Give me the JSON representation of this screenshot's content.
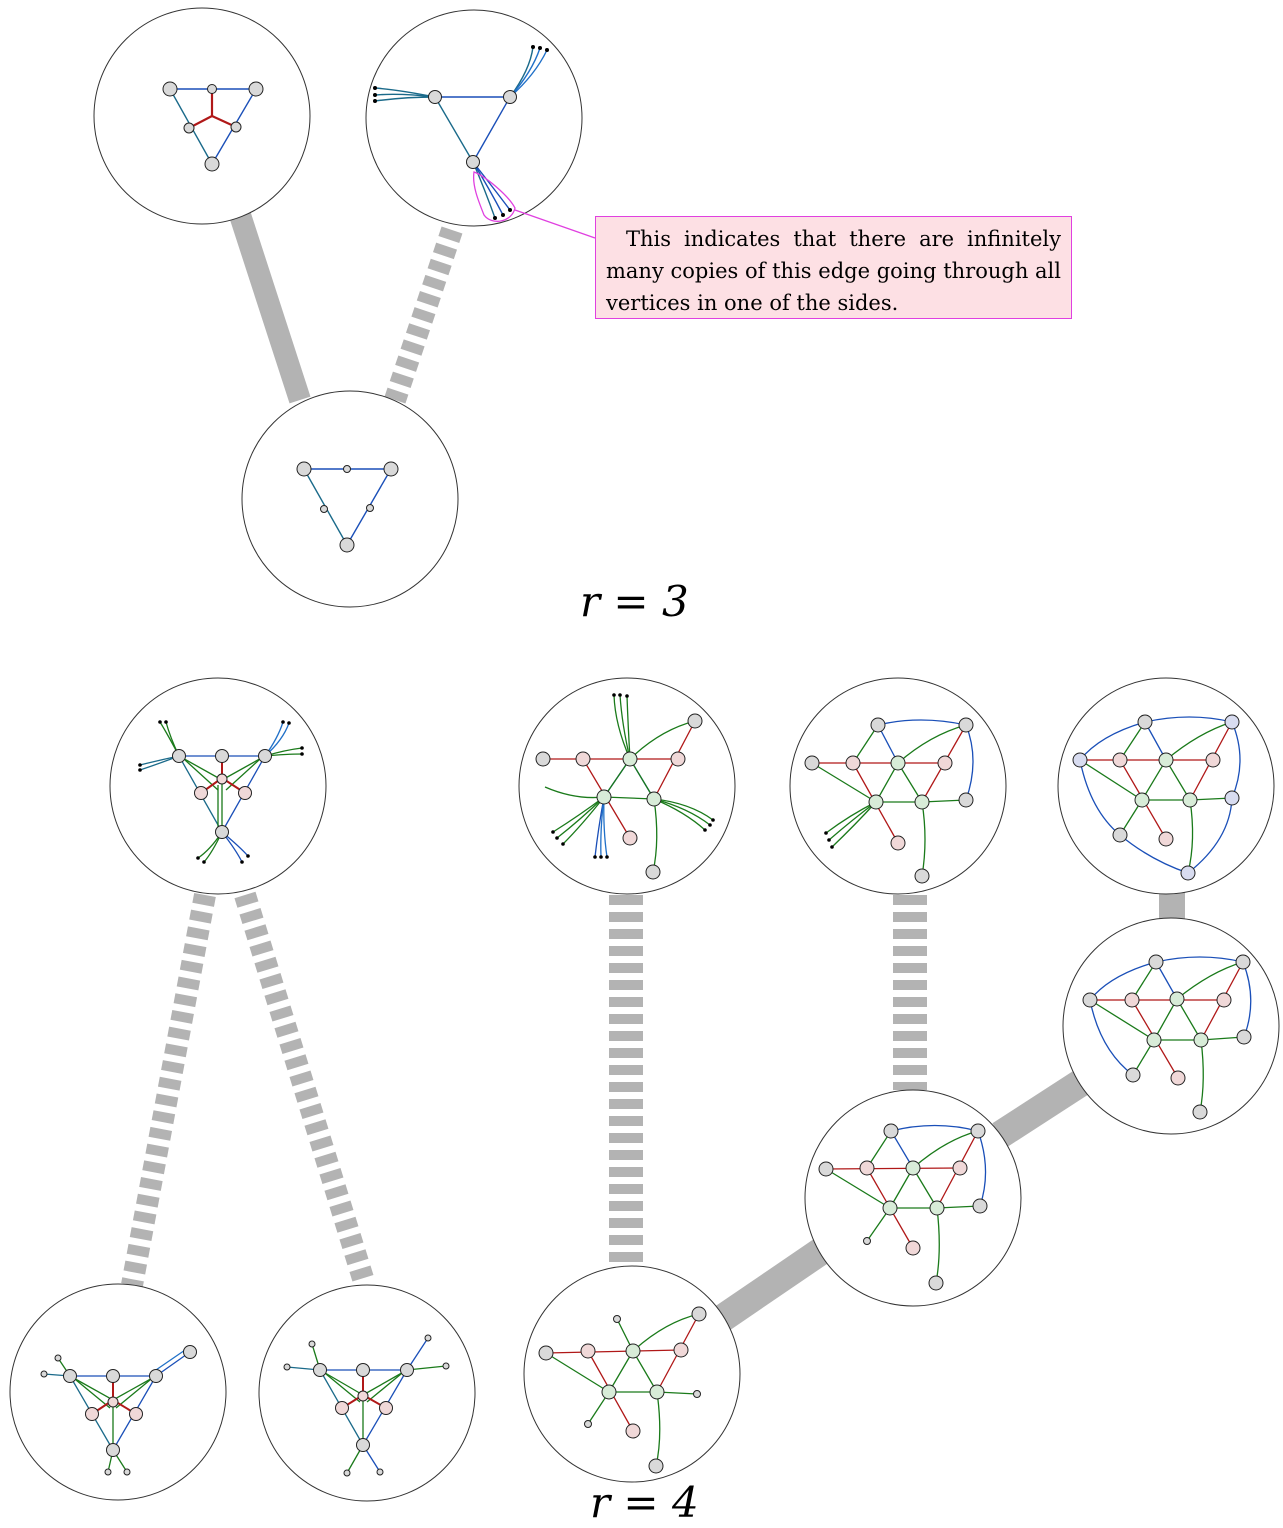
{
  "labels": {
    "r3": "r = 3",
    "r4": "r = 4"
  },
  "callout": {
    "text": "This indicates that there are infinitely many copies of this edge going through all vertices in one of the sides."
  },
  "colors": {
    "tree_edge": "#b3b3b3",
    "circle_border": "#333333",
    "vertex_fill": "#d9d9d9",
    "blue": "#1a4fb8",
    "teal": "#1a6a8a",
    "red": "#b01818",
    "green": "#1a7a1a",
    "magenta": "#e040e0",
    "callout_fill": "#fde0e4"
  }
}
